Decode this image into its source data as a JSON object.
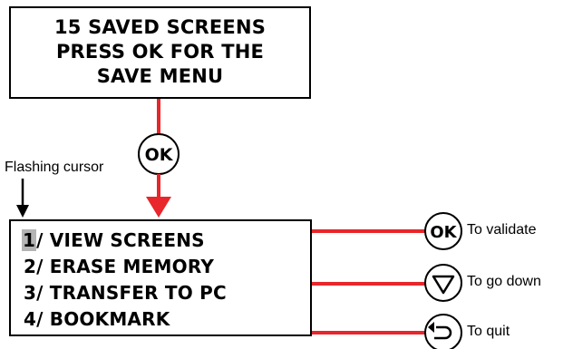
{
  "top_screen": {
    "lines": [
      "15 SAVED SCREENS",
      "PRESS OK FOR THE",
      "SAVE MENU"
    ]
  },
  "ok_button": {
    "label": "OK"
  },
  "cursor_note": {
    "label": "Flashing cursor"
  },
  "menu": {
    "cursor_digit": "1",
    "first_item_rest": "/ VIEW SCREENS",
    "items": [
      "2/ ERASE MEMORY",
      "3/ TRANSFER TO PC",
      "4/ BOOKMARK"
    ]
  },
  "actions": [
    {
      "icon": "ok-icon",
      "button_label": "OK",
      "caption": "To validate"
    },
    {
      "icon": "down-triangle-icon",
      "caption": "To go down"
    },
    {
      "icon": "return-arrow-icon",
      "caption": "To quit"
    }
  ],
  "colors": {
    "accent": "#e8262b",
    "cursor_highlight": "#b4b4b4"
  }
}
